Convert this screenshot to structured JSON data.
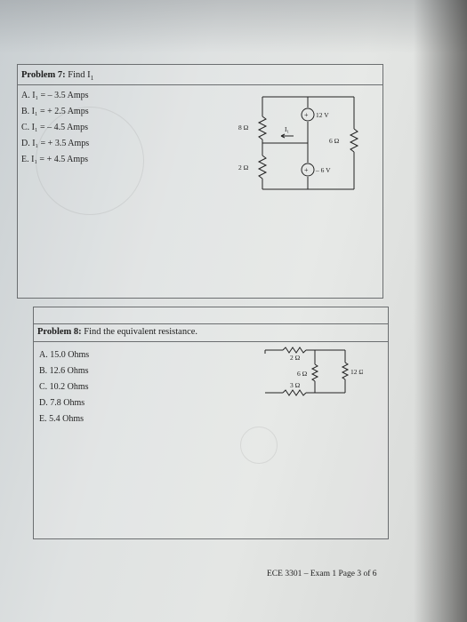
{
  "problem7": {
    "heading": "Problem 7:",
    "prompt": "Find I",
    "prompt_sub": "1",
    "choices": [
      "A. I₁ = – 3.5 Amps",
      "B. I₁ = + 2.5 Amps",
      "C. I₁ = – 4.5 Amps",
      "D. I₁ = + 3.5 Amps",
      "E. I₁ = + 4.5 Amps"
    ],
    "circuit": {
      "r_left_top": "8 Ω",
      "r_left_bottom": "2 Ω",
      "r_right": "6 Ω",
      "source_top": "12 V",
      "source_bottom": "– 6 V",
      "current_label": "I₁"
    }
  },
  "problem8": {
    "heading": "Problem 8:",
    "prompt": "Find the equivalent resistance.",
    "choices": [
      "A.  15.0 Ohms",
      "B.  12.6 Ohms",
      "C.  10.2 Ohms",
      "D.  7.8 Ohms",
      "E.  5.4 Ohms"
    ],
    "circuit": {
      "r_top": "2 Ω",
      "r_middle": "6 Ω",
      "r_bottom": "3 Ω",
      "r_right": "12 Ω"
    }
  },
  "footer": "ECE 3301 – Exam 1 Page 3 of 6"
}
